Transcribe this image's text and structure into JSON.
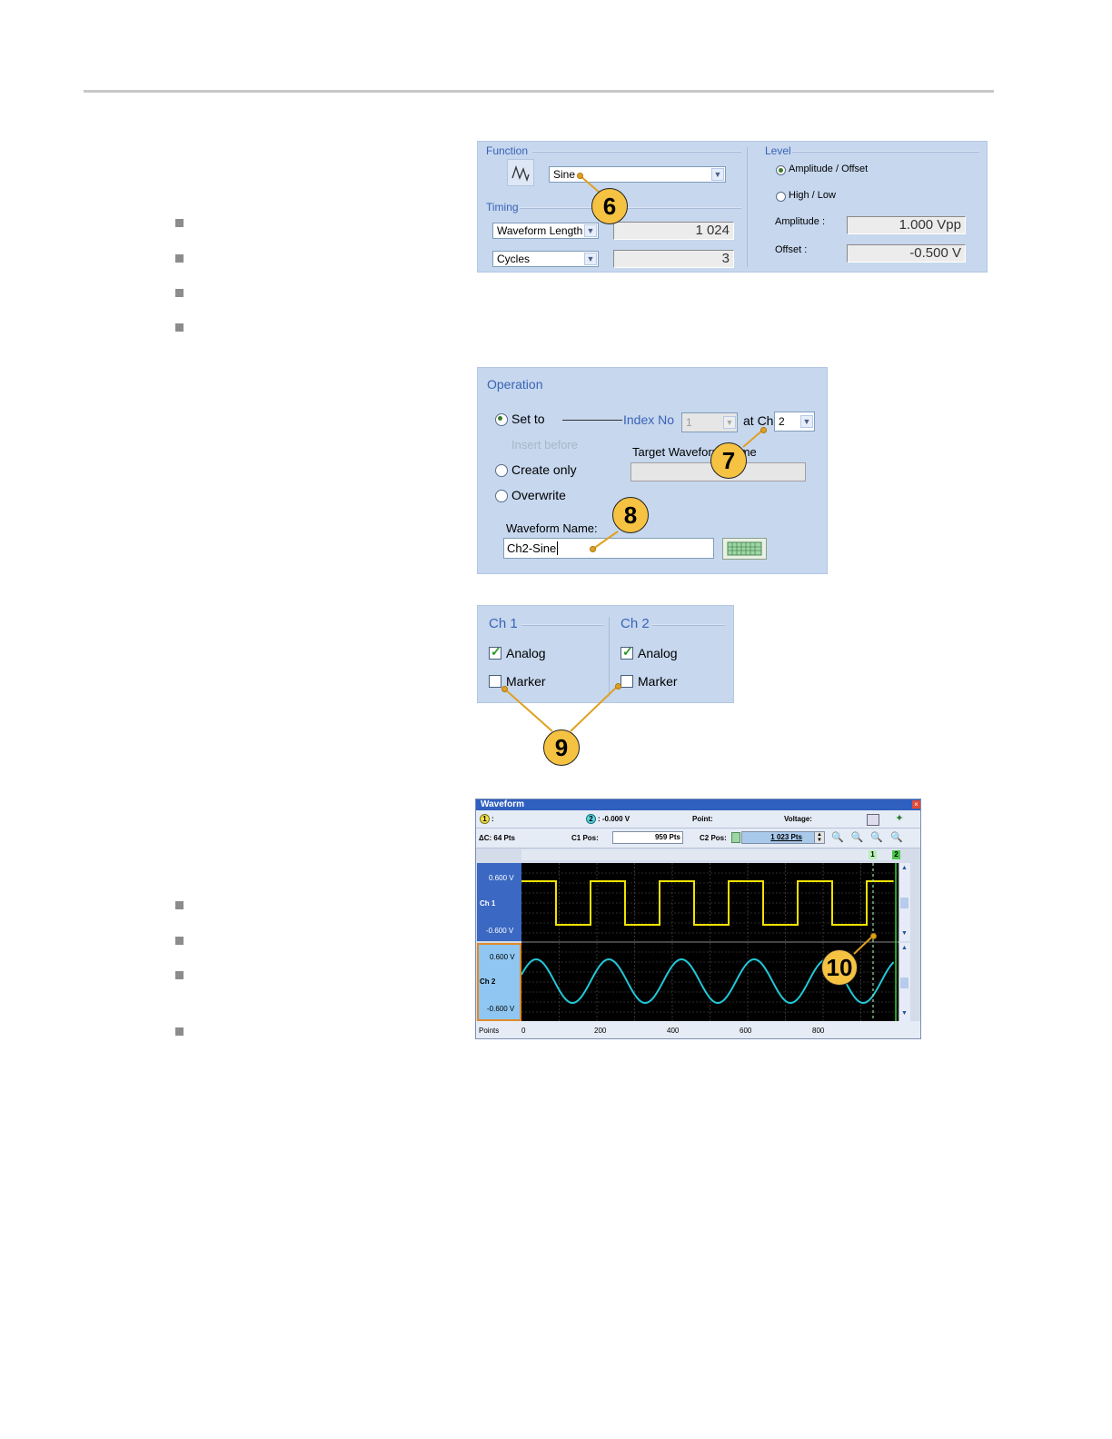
{
  "function_panel": {
    "function_label": "Function",
    "function_value": "Sine",
    "timing_label": "Timing",
    "timing_rows": [
      {
        "select": "Waveform Length",
        "value": "1 024"
      },
      {
        "select": "Cycles",
        "value": "3"
      }
    ],
    "level_label": "Level",
    "radio_amp_offset": "Amplitude / Offset",
    "radio_high_low": "High / Low",
    "amplitude_label": "Amplitude :",
    "amplitude_value": "1.000 Vpp",
    "offset_label": "Offset :",
    "offset_value": "-0.500 V"
  },
  "operation_panel": {
    "title": "Operation",
    "set_to": "Set to",
    "index_no": "Index No",
    "index_value": "1",
    "at_ch": "at Ch",
    "ch_value": "2",
    "insert_before": "Insert before",
    "target_waveform": "Target Waveform Name",
    "create_only": "Create only",
    "overwrite": "Overwrite",
    "waveform_name_label": "Waveform Name:",
    "waveform_name_value": "Ch2-Sine"
  },
  "channel_panel": {
    "ch1": {
      "title": "Ch 1",
      "analog": "Analog",
      "marker": "Marker"
    },
    "ch2": {
      "title": "Ch 2",
      "analog": "Analog",
      "marker": "Marker"
    }
  },
  "waveform_window": {
    "title": "Waveform",
    "cursor1": "1",
    "cursor1_text": ":",
    "cursor2": "2",
    "cursor2_text": ": -0.000 V",
    "point": "Point:",
    "voltage": "Voltage:",
    "delta": "ΔC: 64 Pts",
    "c1pos_label": "C1 Pos:",
    "c1pos_value": "959 Pts",
    "c2pos_label": "C2 Pos:",
    "c2pos_value": "1 023 Pts",
    "ch1_label": "Ch 1",
    "ch2_label": "Ch 2",
    "ch1_top": "0.600 V",
    "ch1_bottom": "-0.600 V",
    "ch2_top": "0.600 V",
    "ch2_bottom": "-0.600 V",
    "points_label": "Points",
    "x_ticks": [
      "0",
      "200",
      "400",
      "600",
      "800"
    ],
    "marker1": "1",
    "marker2": "2",
    "trace_colors": {
      "ch1": "#f2e200",
      "ch2": "#22c8d8"
    }
  },
  "callouts": [
    "6",
    "7",
    "8",
    "9",
    "10"
  ]
}
